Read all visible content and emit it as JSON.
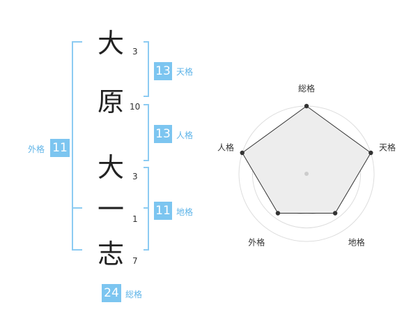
{
  "name": {
    "characters": [
      {
        "char": "大",
        "strokes": "3"
      },
      {
        "char": "原",
        "strokes": "10"
      },
      {
        "char": "大",
        "strokes": "3"
      },
      {
        "char": "一",
        "strokes": "1"
      },
      {
        "char": "志",
        "strokes": "7"
      }
    ]
  },
  "fortune": {
    "tenkaku": {
      "label": "天格",
      "value": "13"
    },
    "jinkaku": {
      "label": "人格",
      "value": "13"
    },
    "chikaku": {
      "label": "地格",
      "value": "11"
    },
    "gaikaku": {
      "label": "外格",
      "value": "11"
    },
    "soukaku": {
      "label": "総格",
      "value": "24"
    }
  },
  "radar": {
    "axes": [
      "総格",
      "天格",
      "地格",
      "外格",
      "人格"
    ],
    "values": [
      1.0,
      1.0,
      0.72,
      0.72,
      1.0
    ],
    "colors": {
      "outline": "#333333",
      "fill": "#ededed",
      "ring": "#dddddd",
      "point": "#333333",
      "center": "#cccccc"
    }
  },
  "colors": {
    "accent": "#7cc5f0",
    "accent_text": "#5fb4e8",
    "bracket": "#8ccbf2"
  }
}
